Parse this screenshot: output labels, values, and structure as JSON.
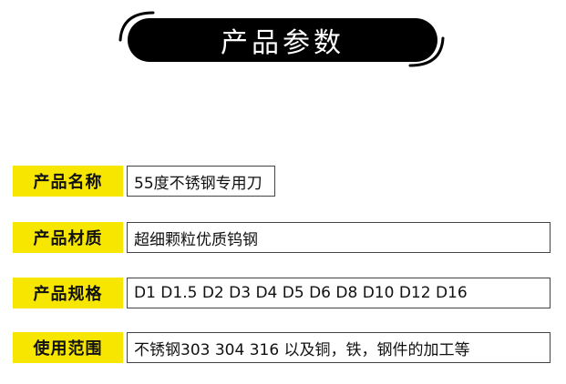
{
  "header": {
    "title": "产品参数"
  },
  "specs": [
    {
      "label": "产品名称",
      "value": "55度不锈钢专用刀"
    },
    {
      "label": "产品材质",
      "value": "超细颗粒优质钨钢"
    },
    {
      "label": "产品规格",
      "value": "D1 D1.5 D2 D3 D4 D5 D6 D8 D10 D12 D16"
    },
    {
      "label": "使用范围",
      "value": "不锈钢303 304 316 以及铜，铁，钢件的加工等"
    }
  ],
  "colors": {
    "accent_yellow": "#f7e600",
    "title_black": "#000000",
    "border": "#444444"
  }
}
